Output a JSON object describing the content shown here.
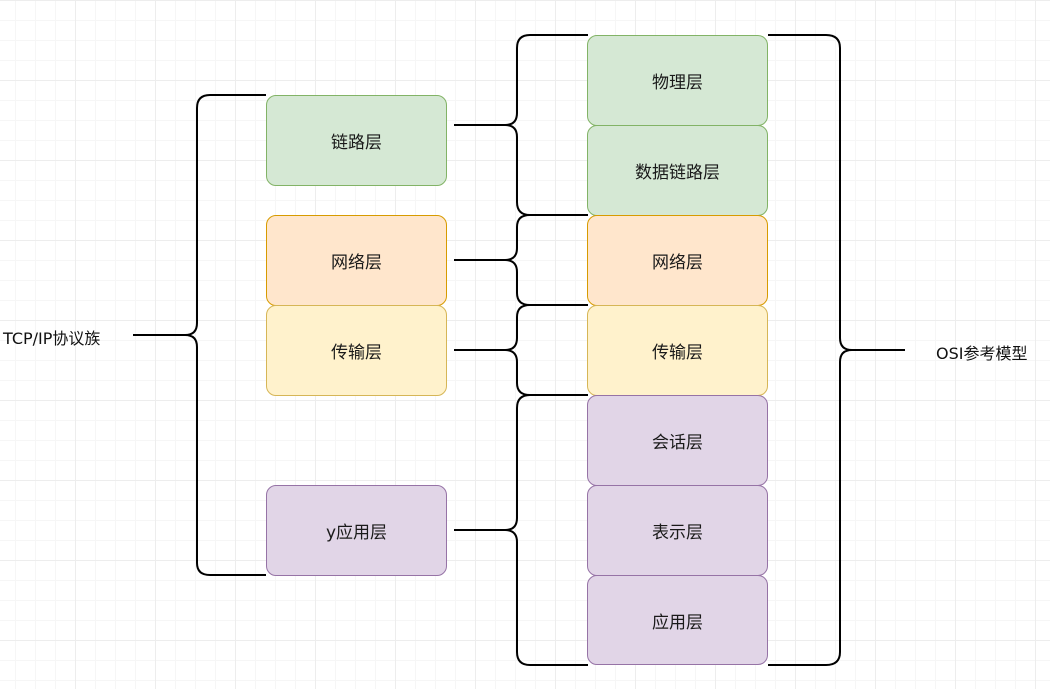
{
  "left_label": "TCP/IP协议族",
  "right_label": "OSI参考模型",
  "tcpip_layers": [
    {
      "label": "链路层",
      "color": "green"
    },
    {
      "label": "网络层",
      "color": "orange"
    },
    {
      "label": "传输层",
      "color": "yellow"
    },
    {
      "label": "y应用层",
      "color": "purple"
    }
  ],
  "osi_layers": [
    {
      "label": "物理层",
      "color": "green"
    },
    {
      "label": "数据链路层",
      "color": "green"
    },
    {
      "label": "网络层",
      "color": "orange"
    },
    {
      "label": "传输层",
      "color": "yellow"
    },
    {
      "label": "会话层",
      "color": "purple"
    },
    {
      "label": "表示层",
      "color": "purple"
    },
    {
      "label": "应用层",
      "color": "purple"
    }
  ],
  "colors": {
    "green_fill": "#d5e8d4",
    "green_stroke": "#82b366",
    "orange_fill": "#ffe6cc",
    "orange_stroke": "#d79b00",
    "yellow_fill": "#fff2cc",
    "yellow_stroke": "#d6b656",
    "purple_fill": "#e1d5e7",
    "purple_stroke": "#9673a6"
  }
}
